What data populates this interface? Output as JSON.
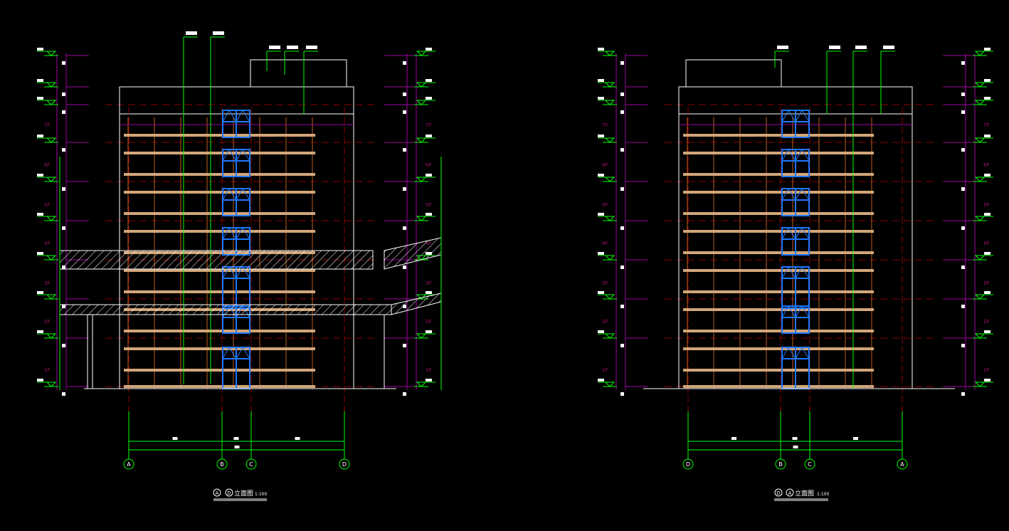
{
  "canvas": {
    "background": "#000000"
  },
  "colors": {
    "outline": "#ffffff",
    "grid_axis": "#00ff00",
    "level_line": "#a000a0",
    "centerline": "#8b0000",
    "mullion": "#c06020",
    "slab": "#d2a679",
    "window": "#1e78ff",
    "floor_label": "#a0106a"
  },
  "drawings": [
    {
      "id": "left",
      "title": "A-D 立面图",
      "title_circles": [
        "A",
        "D"
      ],
      "title_suffix": "立面图",
      "scale": "1:100",
      "axes": [
        "A",
        "B",
        "C",
        "D"
      ],
      "floors": [
        "1F",
        "2F",
        "3F",
        "4F",
        "5F",
        "6F",
        "7F"
      ]
    },
    {
      "id": "right",
      "title": "D-A 立面图",
      "title_circles": [
        "D",
        "A"
      ],
      "title_suffix": "立面图",
      "scale": "1:100",
      "axes": [
        "D",
        "B",
        "C",
        "A"
      ],
      "floors": [
        "1F",
        "2F",
        "3F",
        "4F",
        "5F",
        "6F",
        "7F"
      ]
    }
  ]
}
